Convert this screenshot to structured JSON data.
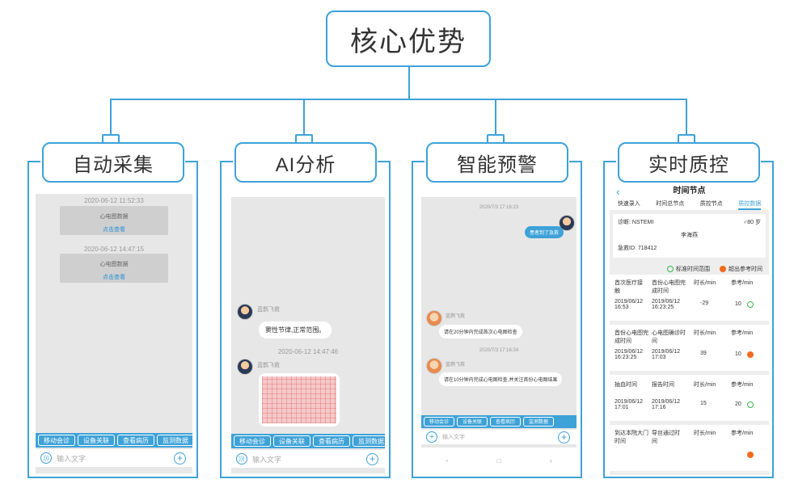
{
  "title": "核心优势",
  "panels": [
    {
      "label": "自动采集"
    },
    {
      "label": "AI分析"
    },
    {
      "label": "智能预警"
    },
    {
      "label": "实时质控"
    }
  ],
  "collect": {
    "ts1": "2020-06-12 11:52:33",
    "card1_title": "心电图数据",
    "card1_link": "点击查看",
    "ts2": "2020-06-12 14:47:15",
    "card2_title": "心电图数据",
    "card2_link": "点击查看",
    "tabs": [
      "移动会诊",
      "设备关联",
      "查看病历",
      "监测数据"
    ],
    "input_placeholder": "输入文字"
  },
  "ai": {
    "sender1": "蓝鹊飞救",
    "msg1": "窦性节律,正常范围。",
    "ts": "2020-06-12 14:47:46",
    "sender2": "蓝鹊飞救",
    "tabs": [
      "移动会诊",
      "设备关联",
      "查看病历",
      "监测数据"
    ],
    "input_placeholder": "输入文字"
  },
  "warn": {
    "ts1": "2020/7/3 17:16:23",
    "msg_blue": "患者到了急救",
    "sender1": "蓝鹊飞救",
    "msg1": "请在20分钟内完成首次心电图检查",
    "ts2": "2020/7/3 17:16:34",
    "sender2": "蓝鹊飞救",
    "msg2": "请在10分钟内完成心电图检查,并关注首份心电图结果",
    "tabs": [
      "移动会诊",
      "设备关联",
      "查看病历",
      "监测数据"
    ],
    "input_placeholder": "输入文字",
    "nav": [
      "▫",
      "□",
      "‹"
    ]
  },
  "qc": {
    "header": "时间节点",
    "tabs": [
      "快速录入",
      "时间总节点",
      "质控节点",
      "质控数据"
    ],
    "diagnosis": "诊断: NSTEMI",
    "age": "♂80 岁",
    "name": "李海燕",
    "patient_id": "急救ID: 718412",
    "legend_standard": "标准时间范围",
    "legend_exceed": "超出参考时间",
    "rows": [
      {
        "a": "首次医疗接触",
        "b": "首份心电图完成时间",
        "dur_h": "时长/min",
        "ref_h": "参考/min",
        "a_time": "2019/06/12 16:53",
        "b_time": "2019/06/12 16:23:25",
        "dur": "-29",
        "ref": "10",
        "status": "ok"
      },
      {
        "a": "首份心电图完成时间",
        "b": "心电图确诊时间",
        "dur_h": "时长/min",
        "ref_h": "参考/min",
        "a_time": "2019/06/12 16:23:25",
        "b_time": "2019/06/12 17:03",
        "dur": "39",
        "ref": "10",
        "status": "over"
      },
      {
        "a": "抽血时间",
        "b": "报告时间",
        "dur_h": "时长/min",
        "ref_h": "参考/min",
        "a_time": "2019/06/12 17:01",
        "b_time": "2019/06/12 17:16",
        "dur": "15",
        "ref": "20",
        "status": "ok"
      },
      {
        "a": "到达本院大门时间",
        "b": "导丝通过时间",
        "dur_h": "时长/min",
        "ref_h": "参考/min",
        "a_time": "",
        "b_time": "",
        "dur": "",
        "ref": "",
        "status": "over"
      }
    ]
  }
}
